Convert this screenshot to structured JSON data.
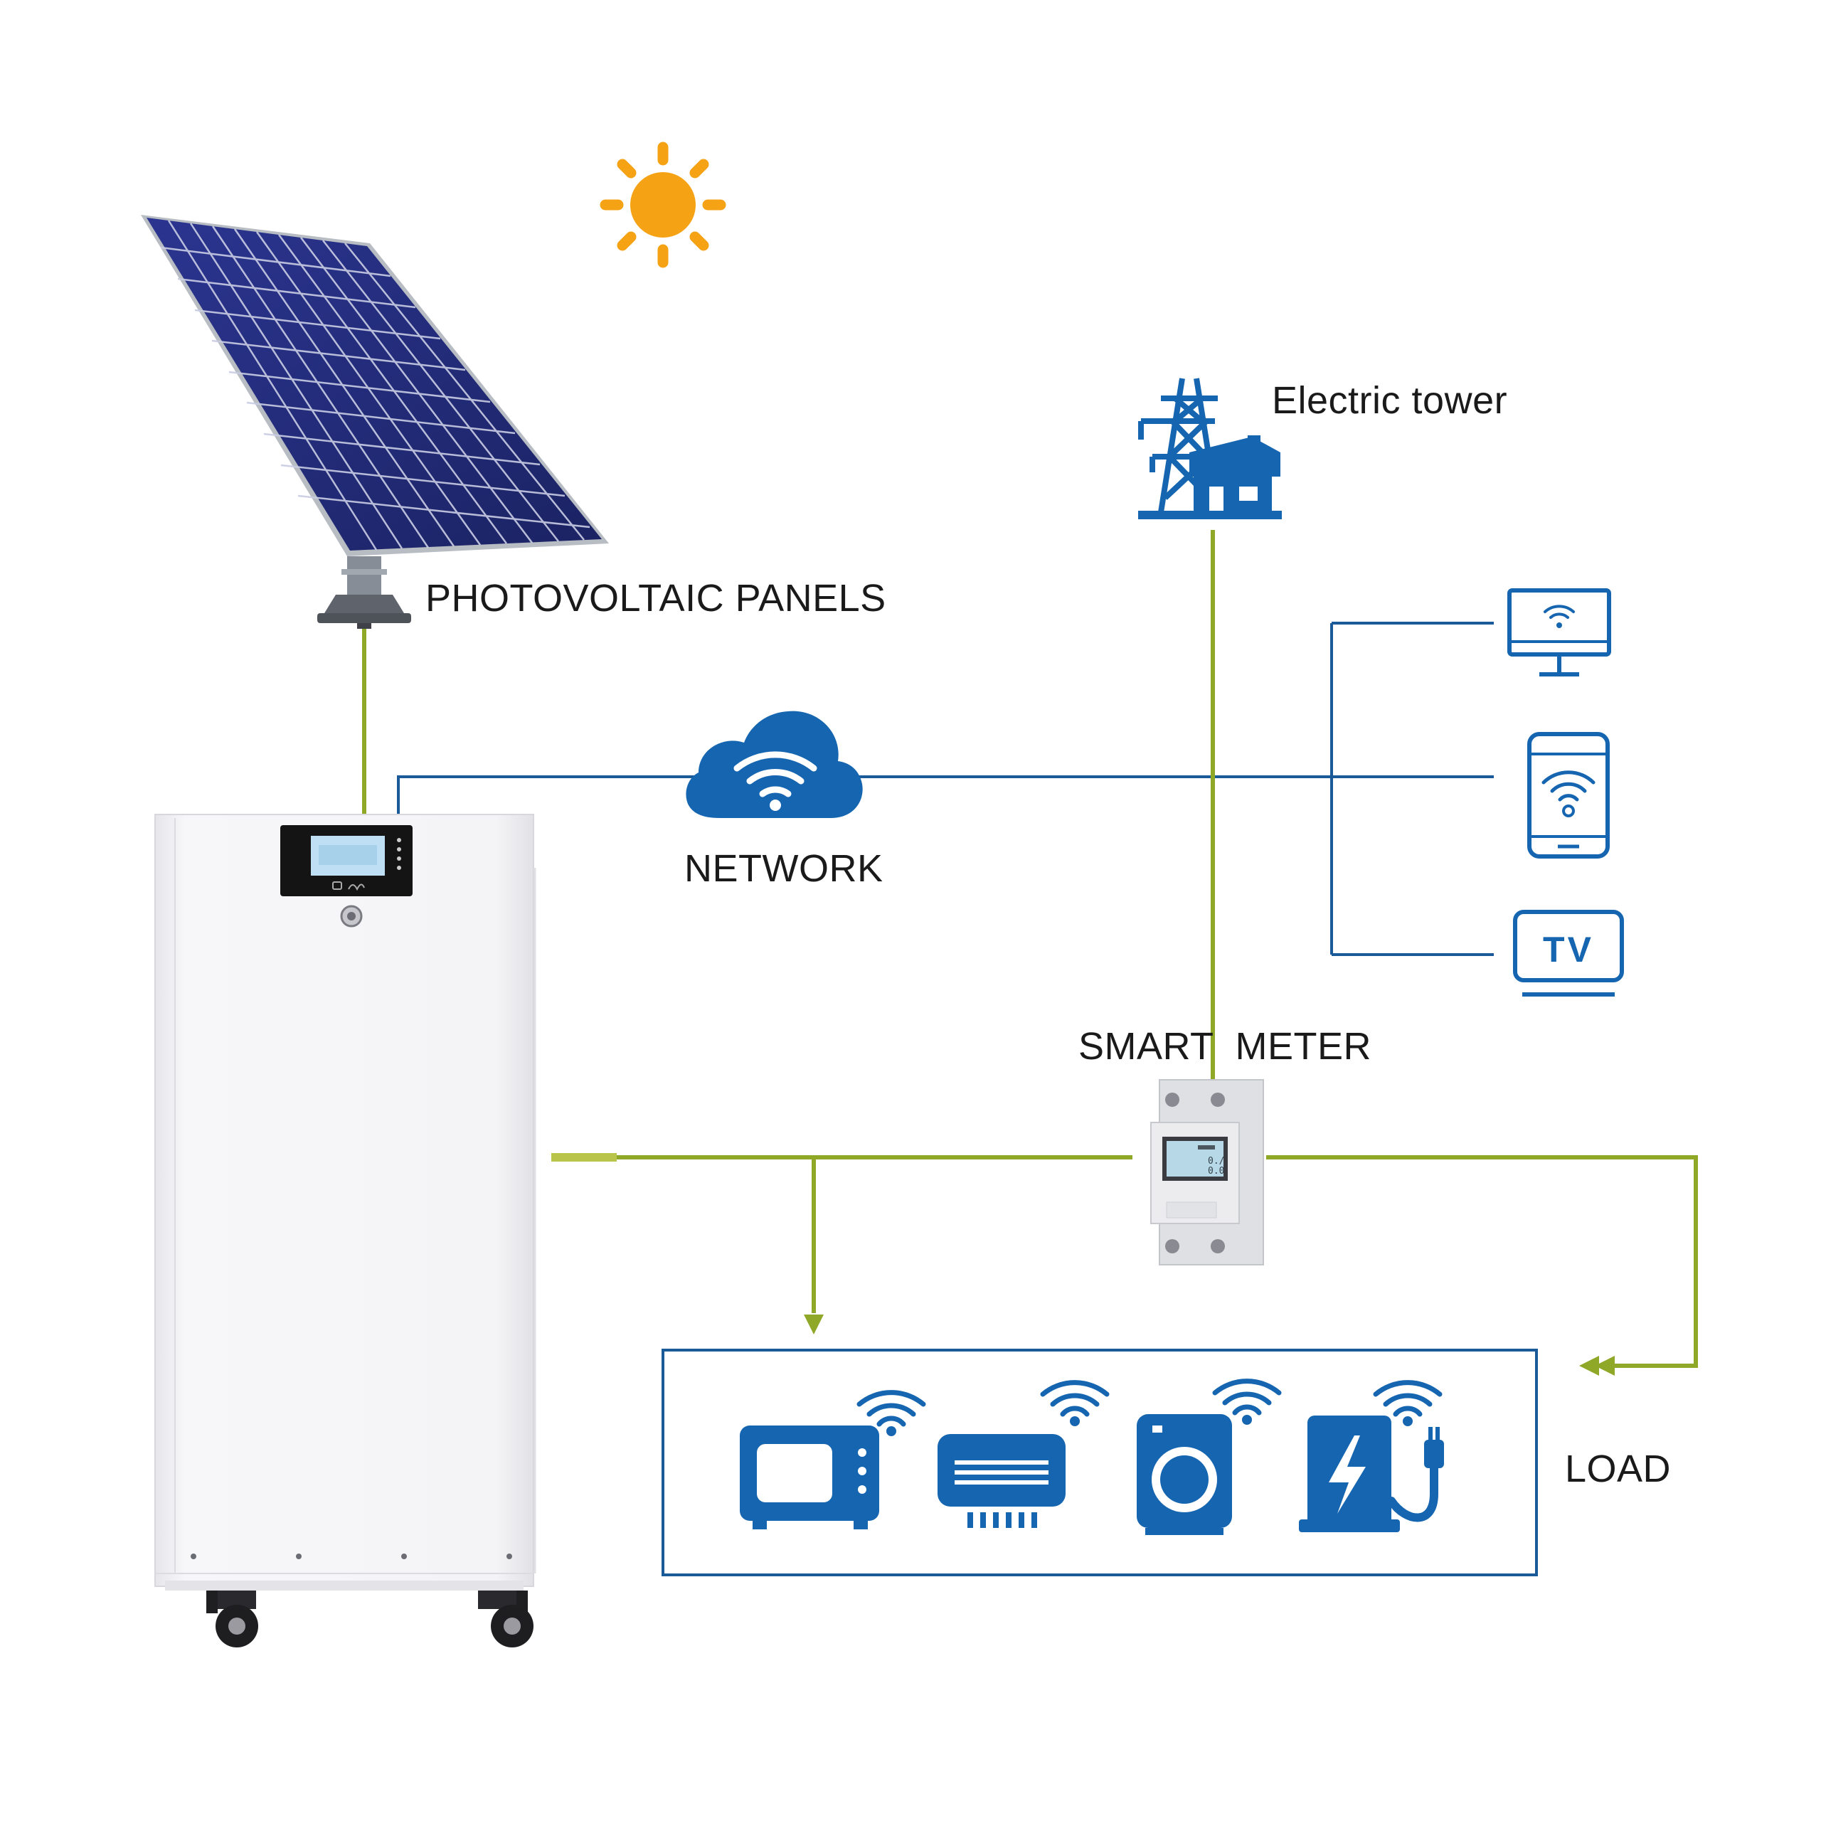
{
  "labels": {
    "photovoltaic": "PHOTOVOLTAIC PANELS",
    "electric_tower": "Electric tower",
    "network": "NETWORK",
    "smart_meter": "SMART  METER",
    "load": "LOAD",
    "tv_icon_text": "TV"
  },
  "colors": {
    "power_line": "#8fa828",
    "network_line": "#1a5a98",
    "icon_blue": "#1565b0",
    "sun": "#f5a214",
    "panel_cell": "#232d78",
    "panel_frame": "#9aa0a8",
    "battery_body": "#f2f2f4"
  },
  "icons": {
    "sun": "sun-icon",
    "tower": "electric-tower-house-icon",
    "cloud": "cloud-wifi-icon",
    "monitor": "monitor-wifi-icon",
    "phone": "smartphone-wifi-icon",
    "tv": "tv-icon",
    "microwave": "microwave-icon",
    "air_conditioner": "air-conditioner-icon",
    "washer": "washing-machine-icon",
    "ev_charger": "ev-charger-icon"
  }
}
